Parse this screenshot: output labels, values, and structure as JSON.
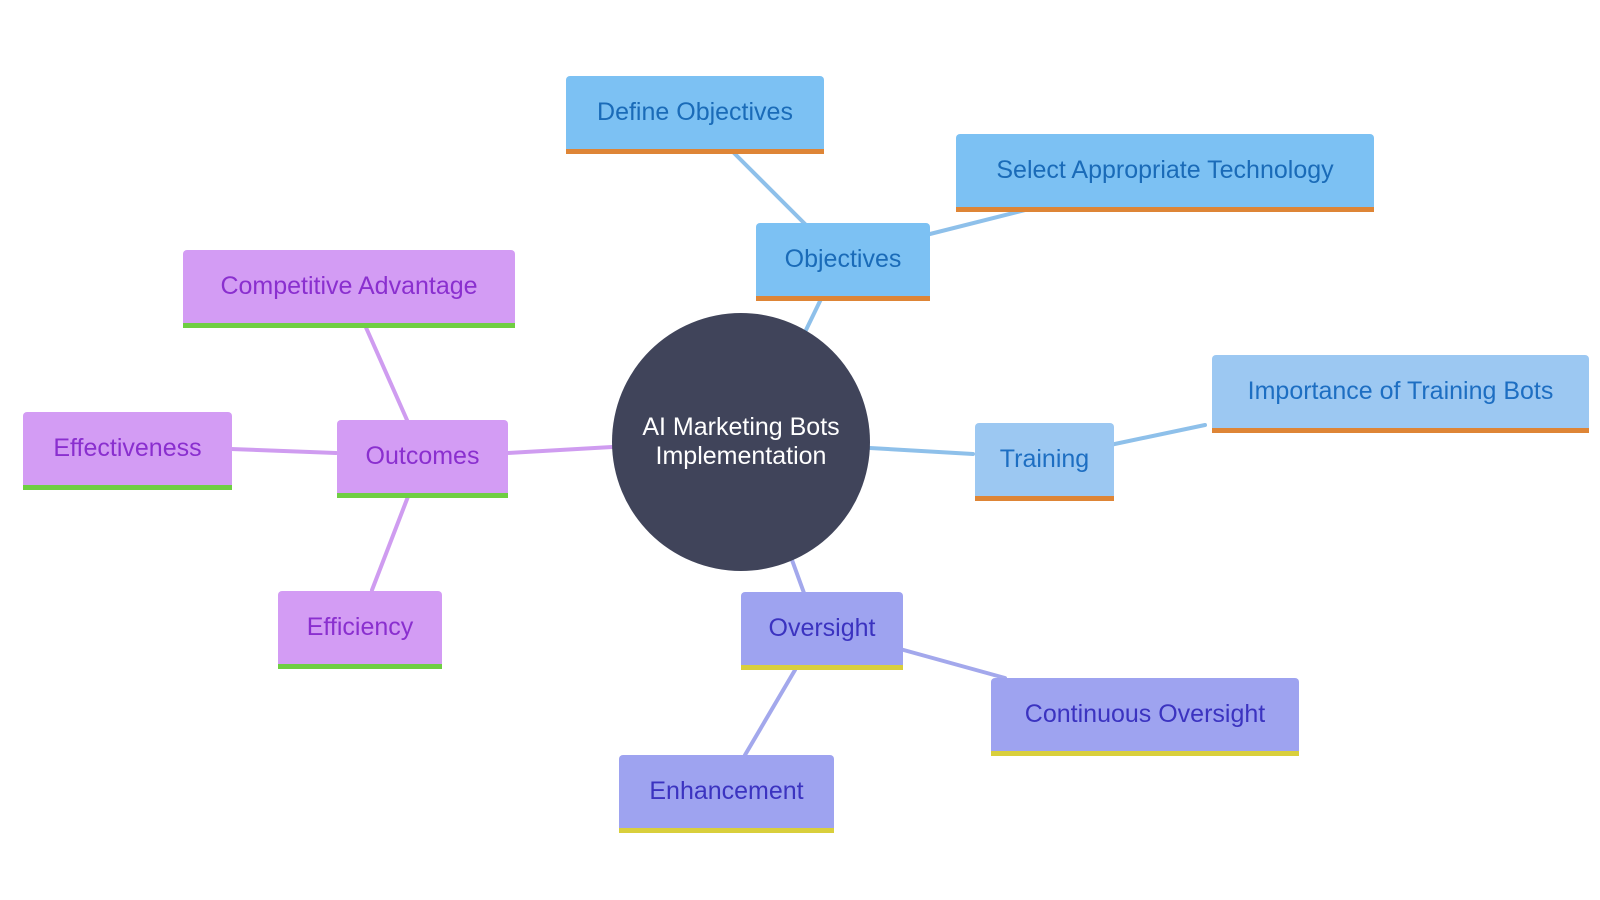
{
  "diagram": {
    "center": {
      "label": "AI Marketing Bots\nImplementation",
      "color": "#40445a"
    },
    "colors": {
      "objectives_branch": "#7cc1f3",
      "training_branch": "#9cc8f2",
      "oversight_branch": "#9ea3f0",
      "outcomes_branch": "#d39cf4",
      "accent_orange": "#de8536",
      "accent_yellow": "#d9cf3c",
      "accent_green": "#6fce42"
    },
    "objectives": {
      "label": "Objectives",
      "children": [
        "Define Objectives",
        "Select Appropriate Technology"
      ]
    },
    "training": {
      "label": "Training",
      "children": [
        "Importance of Training Bots"
      ]
    },
    "oversight": {
      "label": "Oversight",
      "children": [
        "Continuous Oversight",
        "Enhancement"
      ]
    },
    "outcomes": {
      "label": "Outcomes",
      "children": [
        "Competitive Advantage",
        "Effectiveness",
        "Efficiency"
      ]
    }
  }
}
